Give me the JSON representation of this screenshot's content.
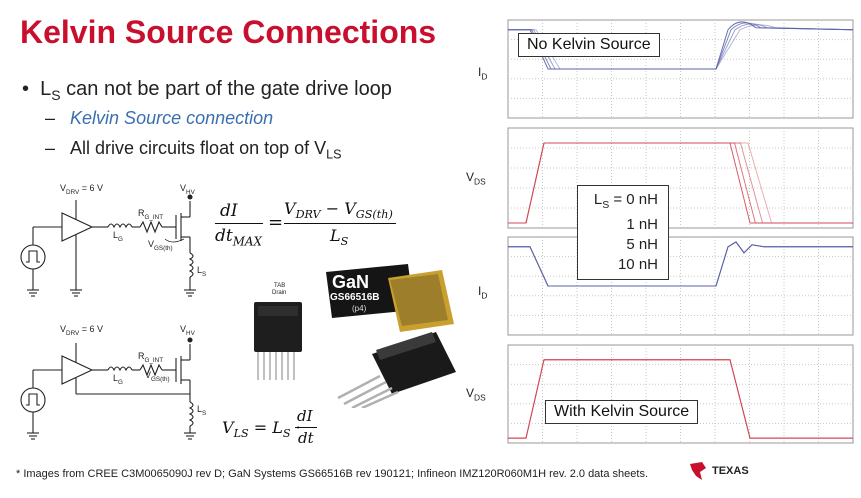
{
  "title": "Kelvin Source Connections",
  "bullets": {
    "b0_main": "L",
    "b0_sub": "S",
    "b0_rest": " can not be part of the gate drive loop",
    "b1_dash": "– ",
    "b1_text": "Kelvin Source connection",
    "b2_dash": "– ",
    "b2_text": "All drive circuits float on top of V",
    "b2_sub": "LS"
  },
  "equations": {
    "di": "dI",
    "dtmax": "dt",
    "dtmax_sub": "MAX",
    "equals": "=",
    "num": "V",
    "num_sub1": "DRV",
    "num_mid": " − V",
    "num_sub2": "GS(th)",
    "den": "L",
    "den_sub": "S",
    "vls_lhs": "V",
    "vls_sub": "LS",
    "vls_rhs": " = L",
    "vls_rhs_sub": "S",
    "vls_dot": " · ",
    "vls_di": "dI",
    "vls_dt": "dt"
  },
  "circuit_top": {
    "vdrv": "V",
    "vdrv_sub": "DRV",
    "vdrv_val": " = 6 V",
    "vhv": "V",
    "vhv_sub": "HV",
    "rg": "R",
    "rg_sub": "G_INT",
    "ls1": "L",
    "ls1_sub": "G",
    "vgs": "V",
    "vgs_sub": "GS(th)",
    "ls2": "L",
    "ls2_sub": "S"
  },
  "circuit_bottom": {
    "vdrv": "V",
    "vdrv_sub": "DRV",
    "vdrv_val": " = 6 V",
    "vhv": "V",
    "vhv_sub": "HV",
    "rg": "R",
    "rg_sub": "G_INT",
    "ls1": "L",
    "ls1_sub": "G",
    "vgs": "V",
    "vgs_sub": "GS(th)",
    "ls2": "L",
    "ls2_sub": "S"
  },
  "packages": {
    "tab_label": "TAB",
    "drain_label": "Drain",
    "gan_logo": "GaN",
    "gan_part": "GS66516B",
    "gan_rev": "(p4)"
  },
  "waveforms": {
    "top_box": "No Kelvin Source",
    "bottom_box": "With Kelvin Source",
    "id_label": "I",
    "id_sub": "D",
    "vds_label": "V",
    "vds_sub": "DS",
    "legend_main": "L",
    "legend_sub": "S",
    "legend_rows": [
      "= 0 nH",
      "1 nH",
      "5 nH",
      "10 nH"
    ],
    "colors": {
      "current": "#5b62a8",
      "voltage": "#d24a55",
      "grid": "#c8c8c8"
    }
  },
  "footnote": "* Images from CREE C3M0065090J rev D; GaN Systems GS66516B rev 190121; Infineon IMZ120R060M1H rev. 2.0 data sheets.",
  "logo": {
    "name": "TEXAS"
  }
}
